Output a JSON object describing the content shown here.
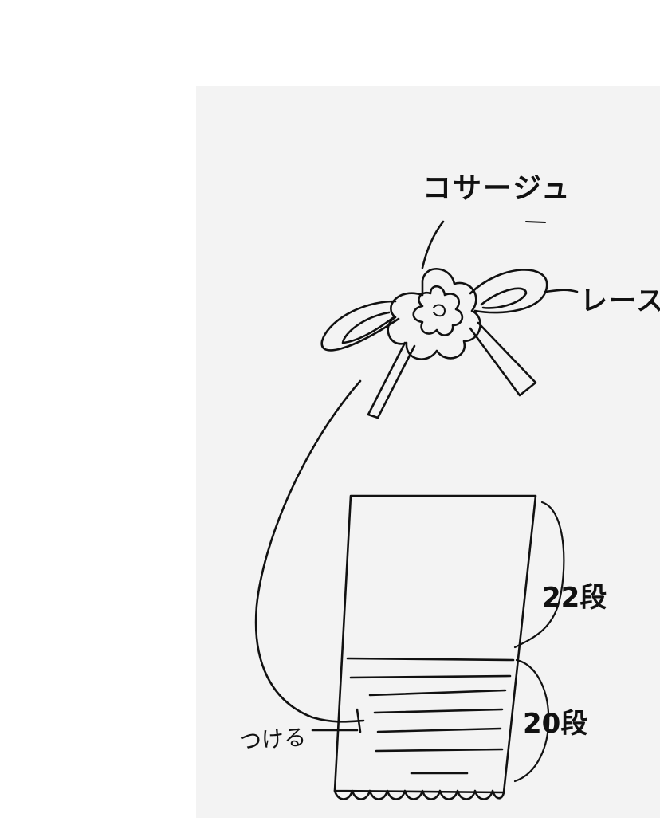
{
  "labels": {
    "corsage": "コサージュ",
    "lace": "レース",
    "rows_top": "22段",
    "rows_bottom": "20段",
    "attach": "つける"
  },
  "colors": {
    "ink": "#111111",
    "paper": "#f3f3f3",
    "background": "#ffffff"
  }
}
